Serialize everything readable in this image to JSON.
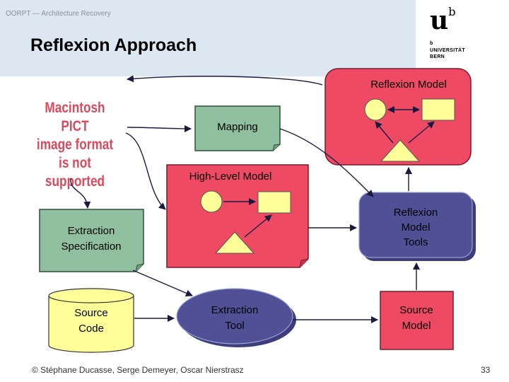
{
  "header": {
    "course": "OORPT — Architecture Recovery",
    "title": "Reflexion Approach"
  },
  "logo": {
    "mark": "u",
    "sup": "b",
    "line1": "b",
    "line2": "UNIVERSITÄT",
    "line3": "BERN"
  },
  "placeholder": {
    "text_lines": [
      "Macintosh PICT",
      "image format",
      "is not supported"
    ]
  },
  "diagram": {
    "reflexion_model": "Reflexion Model",
    "mapping": "Mapping",
    "high_level_model": "High-Level Model",
    "reflexion_model_tools": [
      "Reflexion",
      "Model",
      "Tools"
    ],
    "extraction_specification": [
      "Extraction",
      "Specification"
    ],
    "source_code": [
      "Source",
      "Code"
    ],
    "extraction_tool": [
      "Extraction",
      "Tool"
    ],
    "source_model": [
      "Source",
      "Model"
    ]
  },
  "colors": {
    "red_fill": "#ee4a63",
    "green_fill": "#8fbf9f",
    "blue_fill": "#4f5096",
    "yellow_fill": "#ffff99",
    "cylinder_fill": "#ffff99"
  },
  "footer": {
    "copyright": "© Stéphane Ducasse, Serge Demeyer, Oscar Nierstrasz",
    "page": "33"
  }
}
